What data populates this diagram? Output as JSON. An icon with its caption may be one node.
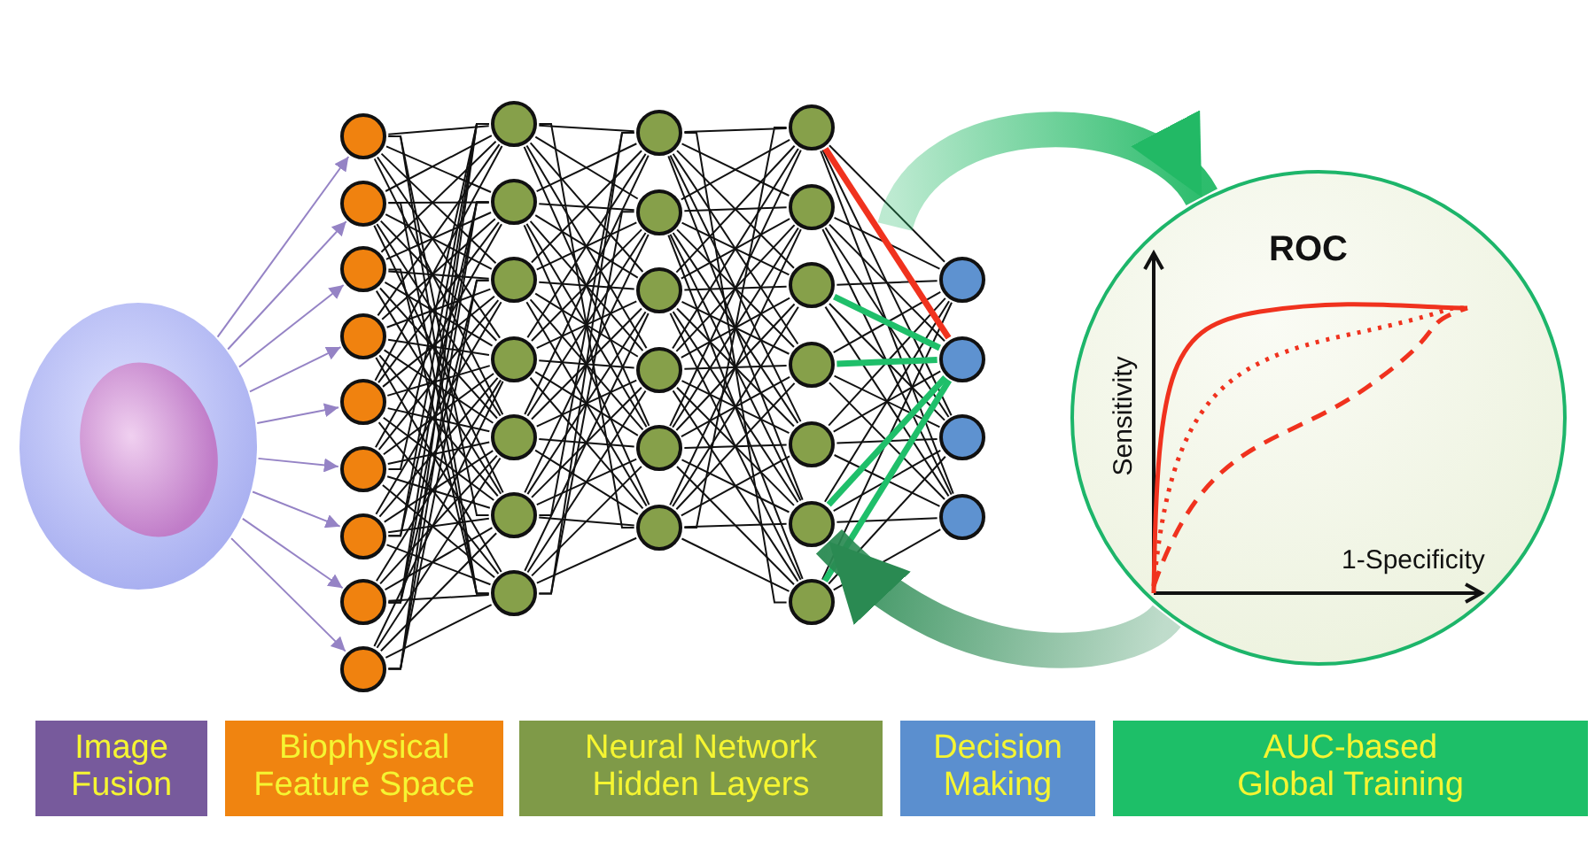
{
  "diagram": {
    "nodes": [
      {
        "text": [],
        "shape": "picture"
      },
      {
        "text": [],
        "shape": "circle"
      },
      {
        "text": [],
        "shape": "circle"
      },
      {
        "text": [],
        "shape": "circle"
      },
      {
        "text": [],
        "shape": "circle"
      },
      {
        "text": [],
        "shape": "circle"
      },
      {
        "text": [],
        "shape": "circle"
      },
      {
        "text": [],
        "shape": "circle"
      },
      {
        "text": [],
        "shape": "circle"
      },
      {
        "text": [],
        "shape": "circle"
      },
      {
        "text": [],
        "shape": "circle"
      },
      {
        "text": [],
        "shape": "circle"
      },
      {
        "text": [],
        "shape": "circle"
      },
      {
        "text": [],
        "shape": "circle"
      },
      {
        "text": [],
        "shape": "circle"
      },
      {
        "text": [],
        "shape": "circle"
      },
      {
        "text": [],
        "shape": "circle"
      },
      {
        "text": [],
        "shape": "circle"
      },
      {
        "text": [],
        "shape": "circle"
      },
      {
        "text": [],
        "shape": "circle"
      },
      {
        "text": [],
        "shape": "circle"
      },
      {
        "text": [],
        "shape": "circle"
      },
      {
        "text": [],
        "shape": "circle"
      },
      {
        "text": [],
        "shape": "circle"
      },
      {
        "text": [],
        "shape": "circle"
      },
      {
        "text": [],
        "shape": "circle"
      },
      {
        "text": [],
        "shape": "circle"
      },
      {
        "text": [],
        "shape": "circle"
      },
      {
        "text": [],
        "shape": "circle"
      },
      {
        "text": [],
        "shape": "circle"
      },
      {
        "text": [],
        "shape": "circle"
      },
      {
        "text": [],
        "shape": "circle"
      },
      {
        "text": [],
        "shape": "circle"
      },
      {
        "text": [],
        "shape": "circle"
      },
      {
        "text": [
          "ROC",
          "Sensitivity",
          "1-Specificity"
        ]
      },
      {
        "text": [
          "Image Fusion"
        ]
      },
      {
        "text": [
          "Biophysical Feature Space"
        ]
      },
      {
        "text": [
          "Neural Network Hidden Layers"
        ]
      },
      {
        "text": [
          "Decision Making"
        ]
      },
      {
        "text": [
          "AUC-based Global Training"
        ]
      }
    ],
    "edges": [
      {
        "from": 0,
        "to": 1,
        "arrow": "to",
        "color": "#9583c5"
      },
      {
        "from": 0,
        "to": 2,
        "arrow": "to",
        "color": "#9583c5"
      },
      {
        "from": 0,
        "to": 3,
        "arrow": "to",
        "color": "#9583c5"
      },
      {
        "from": 0,
        "to": 4,
        "arrow": "to",
        "color": "#9583c5"
      },
      {
        "from": 0,
        "to": 5,
        "arrow": "to",
        "color": "#9583c5"
      },
      {
        "from": 0,
        "to": 6,
        "arrow": "to",
        "color": "#9583c5"
      },
      {
        "from": 0,
        "to": 7,
        "arrow": "to",
        "color": "#9583c5"
      },
      {
        "from": 0,
        "to": 8,
        "arrow": "to",
        "color": "#9583c5"
      },
      {
        "from": 0,
        "to": 9,
        "arrow": "to",
        "color": "#9583c5"
      },
      {
        "from": 1,
        "to": 10,
        "arrow": "none"
      },
      {
        "from": 1,
        "to": 11,
        "arrow": "none"
      },
      {
        "from": 1,
        "to": 12,
        "arrow": "none"
      },
      {
        "from": 1,
        "to": 13,
        "arrow": "none"
      },
      {
        "from": 1,
        "to": 14,
        "arrow": "none"
      },
      {
        "from": 1,
        "to": 15,
        "arrow": "none"
      },
      {
        "from": 1,
        "to": 16,
        "arrow": "none"
      },
      {
        "from": 2,
        "to": 10,
        "arrow": "none"
      },
      {
        "from": 2,
        "to": 11,
        "arrow": "none"
      },
      {
        "from": 2,
        "to": 12,
        "arrow": "none"
      },
      {
        "from": 2,
        "to": 13,
        "arrow": "none"
      },
      {
        "from": 2,
        "to": 14,
        "arrow": "none"
      },
      {
        "from": 2,
        "to": 15,
        "arrow": "none"
      },
      {
        "from": 2,
        "to": 16,
        "arrow": "none"
      },
      {
        "from": 3,
        "to": 10,
        "arrow": "none"
      },
      {
        "from": 3,
        "to": 11,
        "arrow": "none"
      },
      {
        "from": 3,
        "to": 12,
        "arrow": "none"
      },
      {
        "from": 3,
        "to": 13,
        "arrow": "none"
      },
      {
        "from": 3,
        "to": 14,
        "arrow": "none"
      },
      {
        "from": 3,
        "to": 15,
        "arrow": "none"
      },
      {
        "from": 3,
        "to": 16,
        "arrow": "none"
      },
      {
        "from": 4,
        "to": 10,
        "arrow": "none"
      },
      {
        "from": 4,
        "to": 11,
        "arrow": "none"
      },
      {
        "from": 4,
        "to": 12,
        "arrow": "none"
      },
      {
        "from": 4,
        "to": 13,
        "arrow": "none"
      },
      {
        "from": 4,
        "to": 14,
        "arrow": "none"
      },
      {
        "from": 4,
        "to": 15,
        "arrow": "none"
      },
      {
        "from": 4,
        "to": 16,
        "arrow": "none"
      },
      {
        "from": 5,
        "to": 10,
        "arrow": "none"
      },
      {
        "from": 5,
        "to": 11,
        "arrow": "none"
      },
      {
        "from": 5,
        "to": 12,
        "arrow": "none"
      },
      {
        "from": 5,
        "to": 13,
        "arrow": "none"
      },
      {
        "from": 5,
        "to": 14,
        "arrow": "none"
      },
      {
        "from": 5,
        "to": 15,
        "arrow": "none"
      },
      {
        "from": 5,
        "to": 16,
        "arrow": "none"
      },
      {
        "from": 6,
        "to": 10,
        "arrow": "none"
      },
      {
        "from": 6,
        "to": 11,
        "arrow": "none"
      },
      {
        "from": 6,
        "to": 12,
        "arrow": "none"
      },
      {
        "from": 6,
        "to": 13,
        "arrow": "none"
      },
      {
        "from": 6,
        "to": 14,
        "arrow": "none"
      },
      {
        "from": 6,
        "to": 15,
        "arrow": "none"
      },
      {
        "from": 6,
        "to": 16,
        "arrow": "none"
      },
      {
        "from": 7,
        "to": 10,
        "arrow": "none"
      },
      {
        "from": 7,
        "to": 11,
        "arrow": "none"
      },
      {
        "from": 7,
        "to": 12,
        "arrow": "none"
      },
      {
        "from": 7,
        "to": 13,
        "arrow": "none"
      },
      {
        "from": 7,
        "to": 14,
        "arrow": "none"
      },
      {
        "from": 7,
        "to": 15,
        "arrow": "none"
      },
      {
        "from": 7,
        "to": 16,
        "arrow": "none"
      },
      {
        "from": 8,
        "to": 10,
        "arrow": "none"
      },
      {
        "from": 8,
        "to": 11,
        "arrow": "none"
      },
      {
        "from": 8,
        "to": 12,
        "arrow": "none"
      },
      {
        "from": 8,
        "to": 13,
        "arrow": "none"
      },
      {
        "from": 8,
        "to": 14,
        "arrow": "none"
      },
      {
        "from": 8,
        "to": 15,
        "arrow": "none"
      },
      {
        "from": 8,
        "to": 16,
        "arrow": "none"
      },
      {
        "from": 9,
        "to": 10,
        "arrow": "none"
      },
      {
        "from": 9,
        "to": 11,
        "arrow": "none"
      },
      {
        "from": 9,
        "to": 12,
        "arrow": "none"
      },
      {
        "from": 9,
        "to": 13,
        "arrow": "none"
      },
      {
        "from": 9,
        "to": 14,
        "arrow": "none"
      },
      {
        "from": 9,
        "to": 15,
        "arrow": "none"
      },
      {
        "from": 9,
        "to": 16,
        "arrow": "none"
      },
      {
        "from": 10,
        "to": 17,
        "arrow": "none"
      },
      {
        "from": 10,
        "to": 18,
        "arrow": "none"
      },
      {
        "from": 10,
        "to": 19,
        "arrow": "none"
      },
      {
        "from": 10,
        "to": 20,
        "arrow": "none"
      },
      {
        "from": 10,
        "to": 21,
        "arrow": "none"
      },
      {
        "from": 10,
        "to": 22,
        "arrow": "none"
      },
      {
        "from": 11,
        "to": 17,
        "arrow": "none"
      },
      {
        "from": 11,
        "to": 18,
        "arrow": "none"
      },
      {
        "from": 11,
        "to": 19,
        "arrow": "none"
      },
      {
        "from": 11,
        "to": 20,
        "arrow": "none"
      },
      {
        "from": 11,
        "to": 21,
        "arrow": "none"
      },
      {
        "from": 11,
        "to": 22,
        "arrow": "none"
      },
      {
        "from": 12,
        "to": 17,
        "arrow": "none"
      },
      {
        "from": 12,
        "to": 18,
        "arrow": "none"
      },
      {
        "from": 12,
        "to": 19,
        "arrow": "none"
      },
      {
        "from": 12,
        "to": 20,
        "arrow": "none"
      },
      {
        "from": 12,
        "to": 21,
        "arrow": "none"
      },
      {
        "from": 12,
        "to": 22,
        "arrow": "none"
      },
      {
        "from": 13,
        "to": 17,
        "arrow": "none"
      },
      {
        "from": 13,
        "to": 18,
        "arrow": "none"
      },
      {
        "from": 13,
        "to": 19,
        "arrow": "none"
      },
      {
        "from": 13,
        "to": 20,
        "arrow": "none"
      },
      {
        "from": 13,
        "to": 21,
        "arrow": "none"
      },
      {
        "from": 13,
        "to": 22,
        "arrow": "none"
      },
      {
        "from": 14,
        "to": 17,
        "arrow": "none"
      },
      {
        "from": 14,
        "to": 18,
        "arrow": "none"
      },
      {
        "from": 14,
        "to": 19,
        "arrow": "none"
      },
      {
        "from": 14,
        "to": 20,
        "arrow": "none"
      },
      {
        "from": 14,
        "to": 21,
        "arrow": "none"
      },
      {
        "from": 14,
        "to": 22,
        "arrow": "none"
      },
      {
        "from": 15,
        "to": 17,
        "arrow": "none"
      },
      {
        "from": 15,
        "to": 18,
        "arrow": "none"
      },
      {
        "from": 15,
        "to": 19,
        "arrow": "none"
      },
      {
        "from": 15,
        "to": 20,
        "arrow": "none"
      },
      {
        "from": 15,
        "to": 21,
        "arrow": "none"
      },
      {
        "from": 15,
        "to": 22,
        "arrow": "none"
      },
      {
        "from": 16,
        "to": 17,
        "arrow": "none"
      },
      {
        "from": 16,
        "to": 18,
        "arrow": "none"
      },
      {
        "from": 16,
        "to": 19,
        "arrow": "none"
      },
      {
        "from": 16,
        "to": 20,
        "arrow": "none"
      },
      {
        "from": 16,
        "to": 21,
        "arrow": "none"
      },
      {
        "from": 16,
        "to": 22,
        "arrow": "none"
      },
      {
        "from": 17,
        "to": 23,
        "arrow": "none"
      },
      {
        "from": 17,
        "to": 24,
        "arrow": "none"
      },
      {
        "from": 17,
        "to": 25,
        "arrow": "none"
      },
      {
        "from": 17,
        "to": 26,
        "arrow": "none"
      },
      {
        "from": 17,
        "to": 27,
        "arrow": "none"
      },
      {
        "from": 17,
        "to": 28,
        "arrow": "none"
      },
      {
        "from": 17,
        "to": 29,
        "arrow": "none"
      },
      {
        "from": 18,
        "to": 23,
        "arrow": "none"
      },
      {
        "from": 18,
        "to": 24,
        "arrow": "none"
      },
      {
        "from": 18,
        "to": 25,
        "arrow": "none"
      },
      {
        "from": 18,
        "to": 26,
        "arrow": "none"
      },
      {
        "from": 18,
        "to": 27,
        "arrow": "none"
      },
      {
        "from": 18,
        "to": 28,
        "arrow": "none"
      },
      {
        "from": 18,
        "to": 29,
        "arrow": "none"
      },
      {
        "from": 19,
        "to": 23,
        "arrow": "none"
      },
      {
        "from": 19,
        "to": 24,
        "arrow": "none"
      },
      {
        "from": 19,
        "to": 25,
        "arrow": "none"
      },
      {
        "from": 19,
        "to": 26,
        "arrow": "none"
      },
      {
        "from": 19,
        "to": 27,
        "arrow": "none"
      },
      {
        "from": 19,
        "to": 28,
        "arrow": "none"
      },
      {
        "from": 19,
        "to": 29,
        "arrow": "none"
      },
      {
        "from": 20,
        "to": 23,
        "arrow": "none"
      },
      {
        "from": 20,
        "to": 24,
        "arrow": "none"
      },
      {
        "from": 20,
        "to": 25,
        "arrow": "none"
      },
      {
        "from": 20,
        "to": 26,
        "arrow": "none"
      },
      {
        "from": 20,
        "to": 27,
        "arrow": "none"
      },
      {
        "from": 20,
        "to": 28,
        "arrow": "none"
      },
      {
        "from": 20,
        "to": 29,
        "arrow": "none"
      },
      {
        "from": 21,
        "to": 23,
        "arrow": "none"
      },
      {
        "from": 21,
        "to": 24,
        "arrow": "none"
      },
      {
        "from": 21,
        "to": 25,
        "arrow": "none"
      },
      {
        "from": 21,
        "to": 26,
        "arrow": "none"
      },
      {
        "from": 21,
        "to": 27,
        "arrow": "none"
      },
      {
        "from": 21,
        "to": 28,
        "arrow": "none"
      },
      {
        "from": 21,
        "to": 29,
        "arrow": "none"
      },
      {
        "from": 22,
        "to": 23,
        "arrow": "none"
      },
      {
        "from": 22,
        "to": 24,
        "arrow": "none"
      },
      {
        "from": 22,
        "to": 25,
        "arrow": "none"
      },
      {
        "from": 22,
        "to": 26,
        "arrow": "none"
      },
      {
        "from": 22,
        "to": 27,
        "arrow": "none"
      },
      {
        "from": 22,
        "to": 28,
        "arrow": "none"
      },
      {
        "from": 22,
        "to": 29,
        "arrow": "none"
      },
      {
        "from": 23,
        "to": 30,
        "arrow": "none"
      },
      {
        "from": 23,
        "to": 31,
        "arrow": "none",
        "style": "thick",
        "color": "#f0321e"
      },
      {
        "from": 23,
        "to": 32,
        "arrow": "none"
      },
      {
        "from": 23,
        "to": 33,
        "arrow": "none"
      },
      {
        "from": 24,
        "to": 30,
        "arrow": "none"
      },
      {
        "from": 24,
        "to": 31,
        "arrow": "none"
      },
      {
        "from": 24,
        "to": 32,
        "arrow": "none"
      },
      {
        "from": 24,
        "to": 33,
        "arrow": "none"
      },
      {
        "from": 25,
        "to": 30,
        "arrow": "none"
      },
      {
        "from": 25,
        "to": 31,
        "arrow": "none",
        "style": "thick",
        "color": "#1fbf6a"
      },
      {
        "from": 25,
        "to": 32,
        "arrow": "none"
      },
      {
        "from": 25,
        "to": 33,
        "arrow": "none"
      },
      {
        "from": 26,
        "to": 30,
        "arrow": "none"
      },
      {
        "from": 26,
        "to": 31,
        "arrow": "none",
        "style": "thick",
        "color": "#1fbf6a"
      },
      {
        "from": 26,
        "to": 32,
        "arrow": "none"
      },
      {
        "from": 26,
        "to": 33,
        "arrow": "none"
      },
      {
        "from": 27,
        "to": 30,
        "arrow": "none"
      },
      {
        "from": 27,
        "to": 31,
        "arrow": "none"
      },
      {
        "from": 27,
        "to": 32,
        "arrow": "none"
      },
      {
        "from": 27,
        "to": 33,
        "arrow": "none"
      },
      {
        "from": 28,
        "to": 30,
        "arrow": "none"
      },
      {
        "from": 28,
        "to": 31,
        "arrow": "none",
        "style": "thick",
        "color": "#1fbf6a"
      },
      {
        "from": 28,
        "to": 32,
        "arrow": "none"
      },
      {
        "from": 28,
        "to": 33,
        "arrow": "none"
      },
      {
        "from": 29,
        "to": 30,
        "arrow": "none"
      },
      {
        "from": 29,
        "to": 31,
        "arrow": "none",
        "style": "thick",
        "color": "#1fbf6a"
      },
      {
        "from": 29,
        "to": 32,
        "arrow": "none"
      },
      {
        "from": 29,
        "to": 33,
        "arrow": "none"
      },
      {
        "from": null,
        "to": 34,
        "arrow": "to",
        "style": "thick",
        "color": "#22b965"
      },
      {
        "from": 34,
        "to": 28,
        "arrow": "to",
        "style": "thick",
        "color": "#2a8a52"
      }
    ]
  }
}
